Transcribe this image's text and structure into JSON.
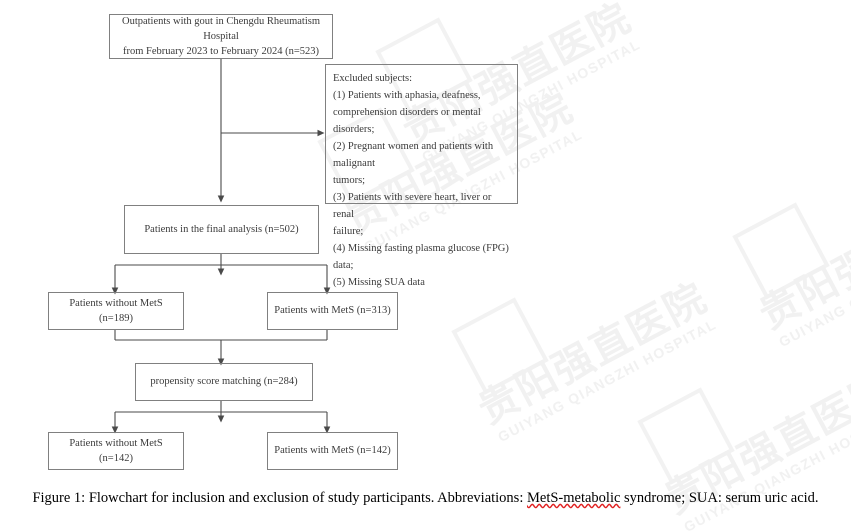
{
  "figure": {
    "caption_prefix": "Figure 1: Flowchart for inclusion and exclusion of study participants. Abbreviations: ",
    "caption_misspelled": "MetS-metabolic",
    "caption_suffix": " syndrome; SUA: serum uric acid."
  },
  "watermark": {
    "chinese": "贵阳强直医院",
    "english": "GUIYANG QIANGZHI HOSPITAL",
    "color": "#f1f1f1"
  },
  "colors": {
    "box_border": "#808080",
    "text": "#3b3b3b",
    "connector": "#4a4a4a",
    "caption_text": "#000000",
    "spellcheck_underline": "#e02020"
  },
  "nodes": {
    "source": {
      "label": "Outpatients with gout in Chengdu Rheumatism Hospital\nfrom February 2023 to February 2024 (n=523)",
      "count": 523
    },
    "excluded": {
      "label": "Excluded subjects:\n(1) Patients with aphasia, deafness,\ncomprehension disorders or mental disorders;\n(2) Pregnant women and patients with malignant\ntumors;\n(3) Patients with severe heart, liver or renal\nfailure;\n(4) Missing fasting plasma glucose (FPG) data;\n(5) Missing SUA data"
    },
    "final_analysis": {
      "label": "Patients in the final analysis (n=502)",
      "count": 502
    },
    "without_mets_pre": {
      "label": "Patients without MetS (n=189)",
      "count": 189
    },
    "with_mets_pre": {
      "label": "Patients with MetS (n=313)",
      "count": 313
    },
    "psm": {
      "label": "propensity score matching (n=284)",
      "count": 284
    },
    "without_mets_post": {
      "label": "Patients without MetS (n=142)",
      "count": 142
    },
    "with_mets_post": {
      "label": "Patients with MetS (n=142)",
      "count": 142
    }
  }
}
